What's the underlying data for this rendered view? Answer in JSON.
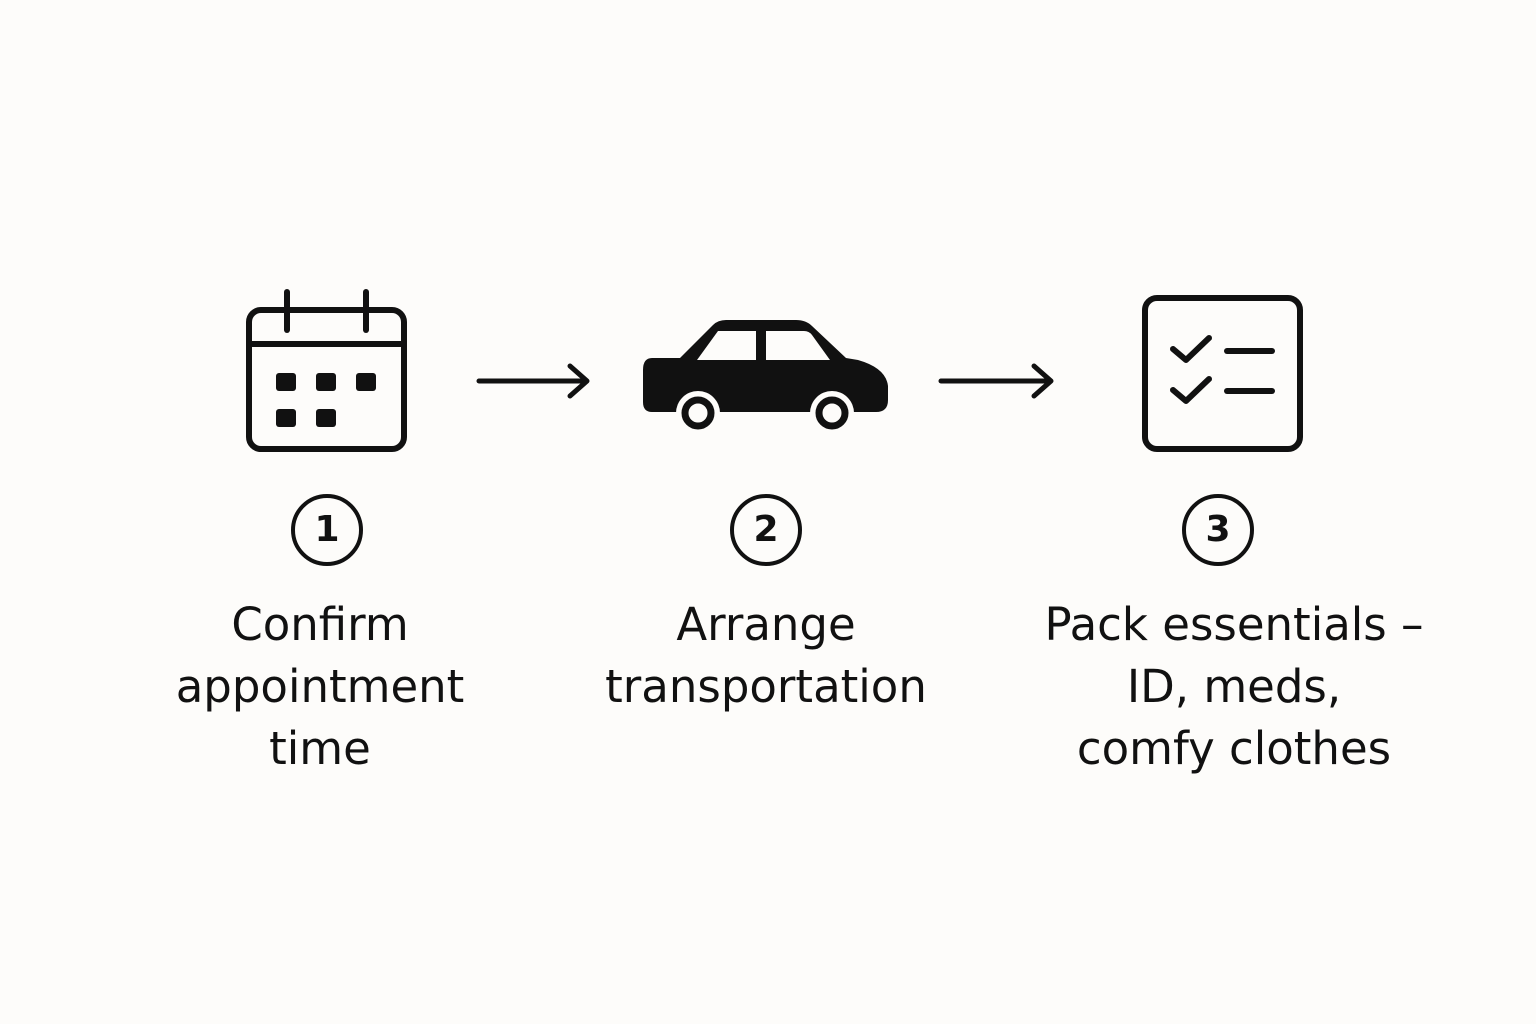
{
  "colors": {
    "background": "#fdfcfa",
    "ink": "#111111"
  },
  "steps": [
    {
      "icon": "calendar-icon",
      "number": "1",
      "label_lines": [
        "Confirm",
        "appointment",
        "time"
      ]
    },
    {
      "icon": "car-icon",
      "number": "2",
      "label_lines": [
        "Arrange",
        "transportation"
      ]
    },
    {
      "icon": "checklist-icon",
      "number": "3",
      "label_lines": [
        "Pack essentials –",
        "ID, meds,",
        "comfy clothes"
      ]
    }
  ],
  "connectors": [
    {
      "icon": "arrow-right-icon",
      "from_step": 1,
      "to_step": 2
    },
    {
      "icon": "arrow-right-icon",
      "from_step": 2,
      "to_step": 3
    }
  ]
}
